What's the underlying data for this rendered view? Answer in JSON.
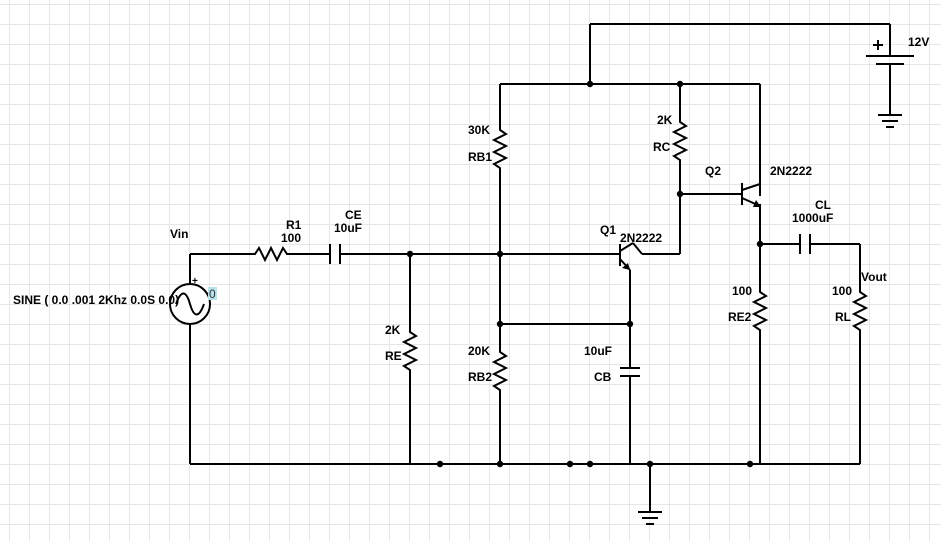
{
  "supply": {
    "voltage": "12V",
    "plus": "+"
  },
  "source": {
    "name": "Vin",
    "spec": "SINE ( 0.0 .001 2Khz 0.0S 0.0)",
    "plus": "+",
    "tag": "0"
  },
  "components": {
    "R1": {
      "name": "R1",
      "value": "100"
    },
    "CE": {
      "name": "CE",
      "value": "10uF"
    },
    "RE": {
      "name": "RE",
      "value": "2K"
    },
    "RB1": {
      "name": "RB1",
      "value": "30K"
    },
    "RB2": {
      "name": "RB2",
      "value": "20K"
    },
    "CB": {
      "name": "CB",
      "value": "10uF"
    },
    "Q1": {
      "name": "Q1",
      "model": "2N2222"
    },
    "RC": {
      "name": "RC",
      "value": "2K"
    },
    "Q2": {
      "name": "Q2",
      "model": "2N2222"
    },
    "RE2": {
      "name": "RE2",
      "value": "100"
    },
    "CL": {
      "name": "CL",
      "value": "1000uF"
    },
    "RL": {
      "name": "RL",
      "value": "100"
    }
  },
  "output": {
    "name": "Vout"
  }
}
